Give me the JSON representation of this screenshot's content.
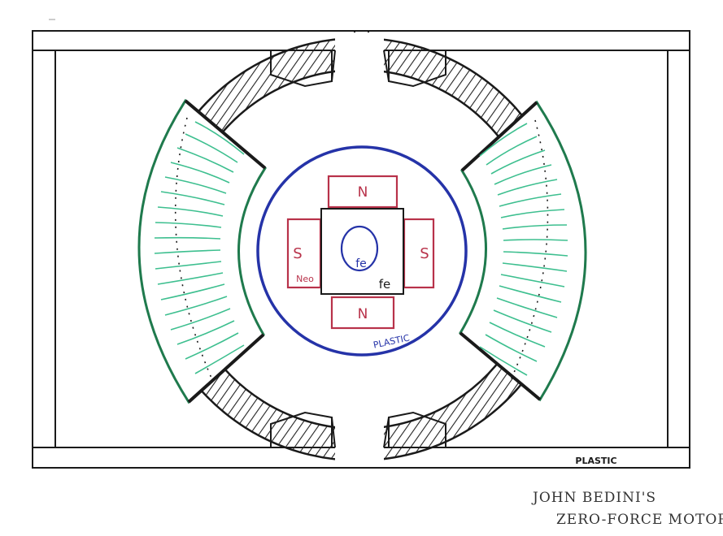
{
  "colors": {
    "ink": "#1a1a1a",
    "coil_green": "#1f7a4d",
    "coil_winding": "#3dbf8f",
    "ring_blue": "#2533a8",
    "magnet_red": "#b8324a"
  },
  "labels": {
    "magnet_top": "N",
    "magnet_bottom": "N",
    "magnet_left": "S",
    "magnet_right": "S",
    "neo": "Neo",
    "core_inner": "fe",
    "core_outer": "fe",
    "ring_material": "PLASTIC",
    "base_material": "PLASTIC"
  },
  "caption": {
    "line1": "JOHN BEDINI'S",
    "line2": "ZERO-FORCE MOTOR"
  }
}
